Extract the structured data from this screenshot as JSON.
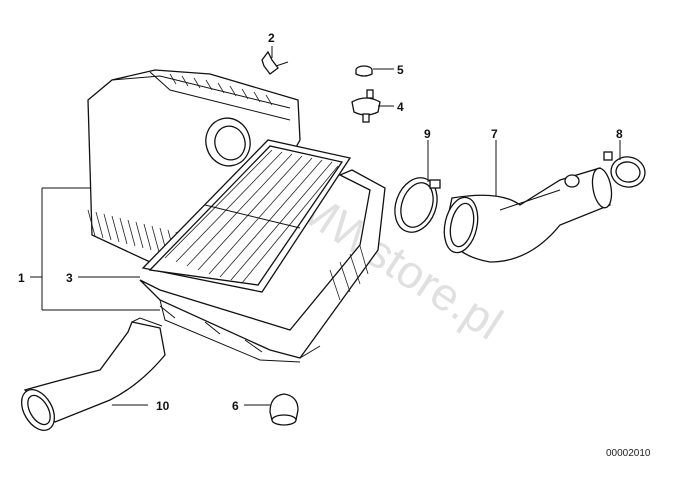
{
  "callouts": [
    "1",
    "2",
    "3",
    "4",
    "5",
    "6",
    "7",
    "8",
    "9",
    "10"
  ],
  "watermark": "www.BMWstore.pl",
  "reference_code": "00002010"
}
